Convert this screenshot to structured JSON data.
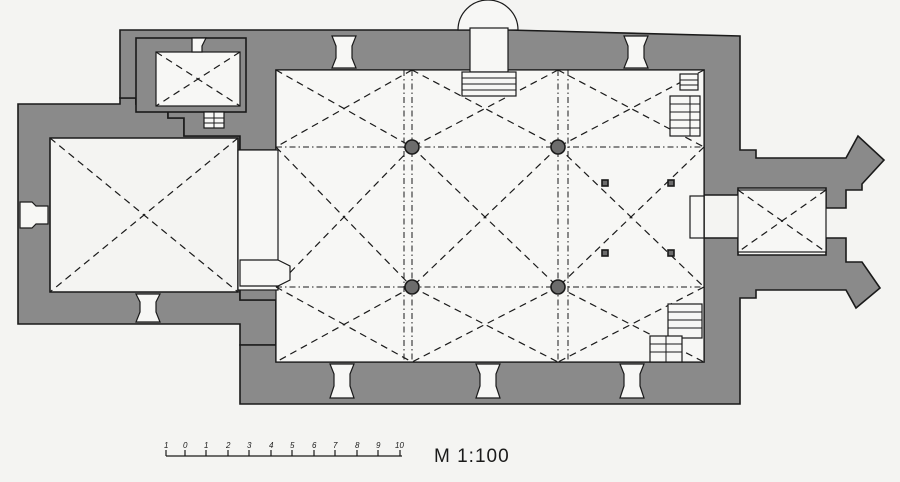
{
  "scale_bar": {
    "ticks": [
      "1",
      "0",
      "1",
      "2",
      "3",
      "4",
      "5",
      "6",
      "7",
      "8",
      "9",
      "10"
    ],
    "label": "M 1:100"
  },
  "colors": {
    "wall_fill": "#8a8a8a",
    "line": "#1a1a1a",
    "background": "#f4f4f2"
  }
}
